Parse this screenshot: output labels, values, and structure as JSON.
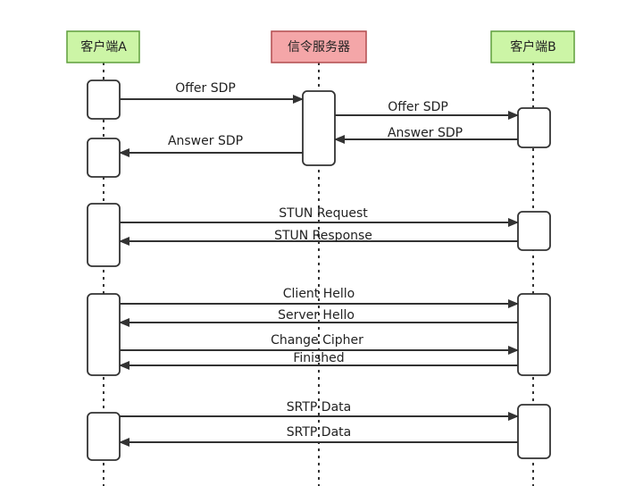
{
  "participants": {
    "client_a": {
      "label": "客户端A",
      "fill": "#ccf5a6",
      "stroke": "#5e9e3c"
    },
    "server": {
      "label": "信令服务器",
      "fill": "#f4a6a8",
      "stroke": "#b24b4e"
    },
    "client_b": {
      "label": "客户端B",
      "fill": "#ccf5a6",
      "stroke": "#5e9e3c"
    }
  },
  "messages": [
    {
      "label": "Offer SDP",
      "from": "client_a",
      "to": "server"
    },
    {
      "label": "Offer SDP",
      "from": "server",
      "to": "client_b"
    },
    {
      "label": "Answer SDP",
      "from": "client_b",
      "to": "server"
    },
    {
      "label": "Answer SDP",
      "from": "server",
      "to": "client_a"
    },
    {
      "label": "STUN Request",
      "from": "client_a",
      "to": "client_b"
    },
    {
      "label": "STUN Response",
      "from": "client_b",
      "to": "client_a"
    },
    {
      "label": "Client Hello",
      "from": "client_a",
      "to": "client_b"
    },
    {
      "label": "Server Hello",
      "from": "client_b",
      "to": "client_a"
    },
    {
      "label": "Change Cipher",
      "from": "client_a",
      "to": "client_b"
    },
    {
      "label": "Finished",
      "from": "client_b",
      "to": "client_a"
    },
    {
      "label": "SRTP Data",
      "from": "client_a",
      "to": "client_b"
    },
    {
      "label": "SRTP Data",
      "from": "client_b",
      "to": "client_a"
    }
  ]
}
